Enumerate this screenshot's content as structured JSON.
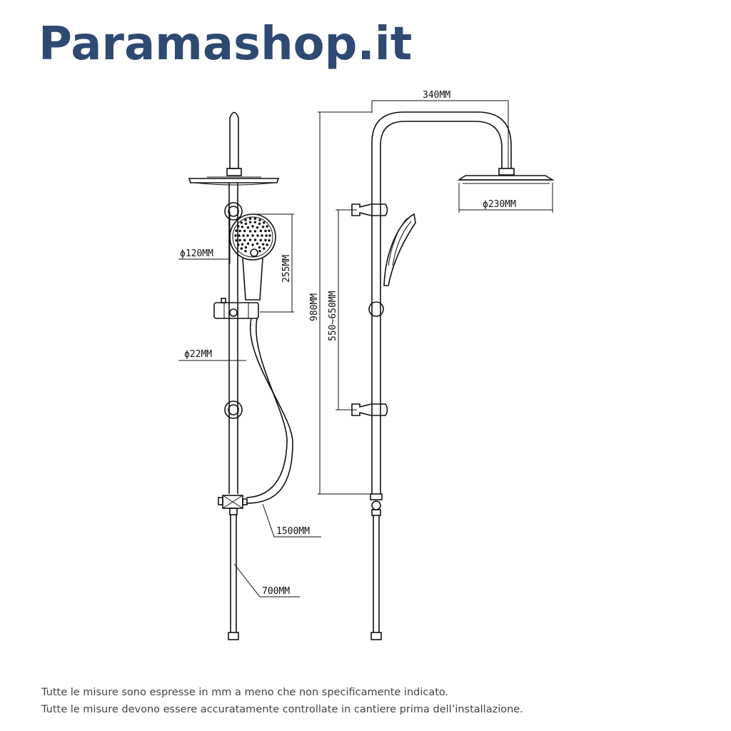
{
  "brand": {
    "name": "Paramashop.it"
  },
  "colors": {
    "brand": "#2f4a72",
    "drawing": "#111111",
    "note_text": "#444444"
  },
  "dimensions": {
    "overhead_arm_length": "340MM",
    "overhead_head_diameter": "ϕ230MM",
    "hand_shower_diameter": "ϕ120MM",
    "hand_shower_length": "255MM",
    "rail_diameter": "ϕ22MM",
    "total_height": "980MM",
    "slide_range": "550~650MM",
    "hose_length": "1500MM",
    "lower_pipe_length": "700MM"
  },
  "notes": [
    "Tutte le misure sono espresse in mm a meno che non specificamente indicato.",
    "Tutte le misure devono essere accuratamente controllate in cantiere prima dell’installazione."
  ]
}
